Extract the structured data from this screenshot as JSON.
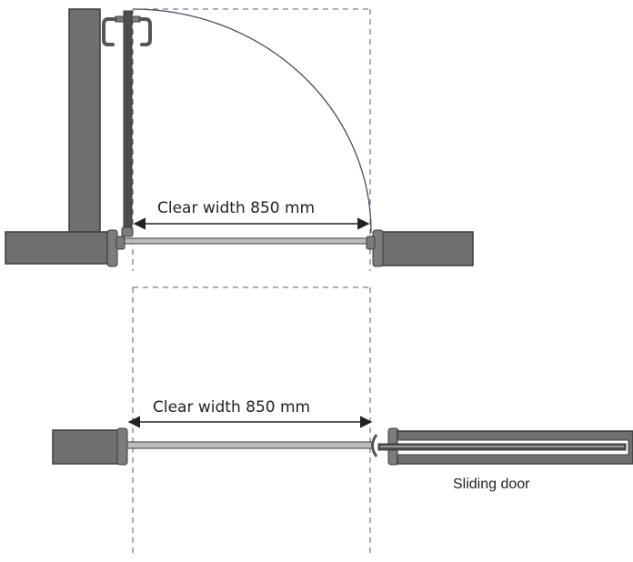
{
  "hinged_door": {
    "dimension_label": "Clear width 850 mm"
  },
  "sliding_door": {
    "dimension_label": "Clear width 850 mm",
    "caption": "Sliding door"
  },
  "colors": {
    "wall": "#6f6f6f",
    "wall_edge": "#3c3c3c",
    "door_leaf": "#4d4d4d",
    "frame": "#7c7c7c",
    "threshold": "#bdbdbd",
    "dashed_guide": "#5a5a7a",
    "swing_arc": "#4a4a5e"
  }
}
